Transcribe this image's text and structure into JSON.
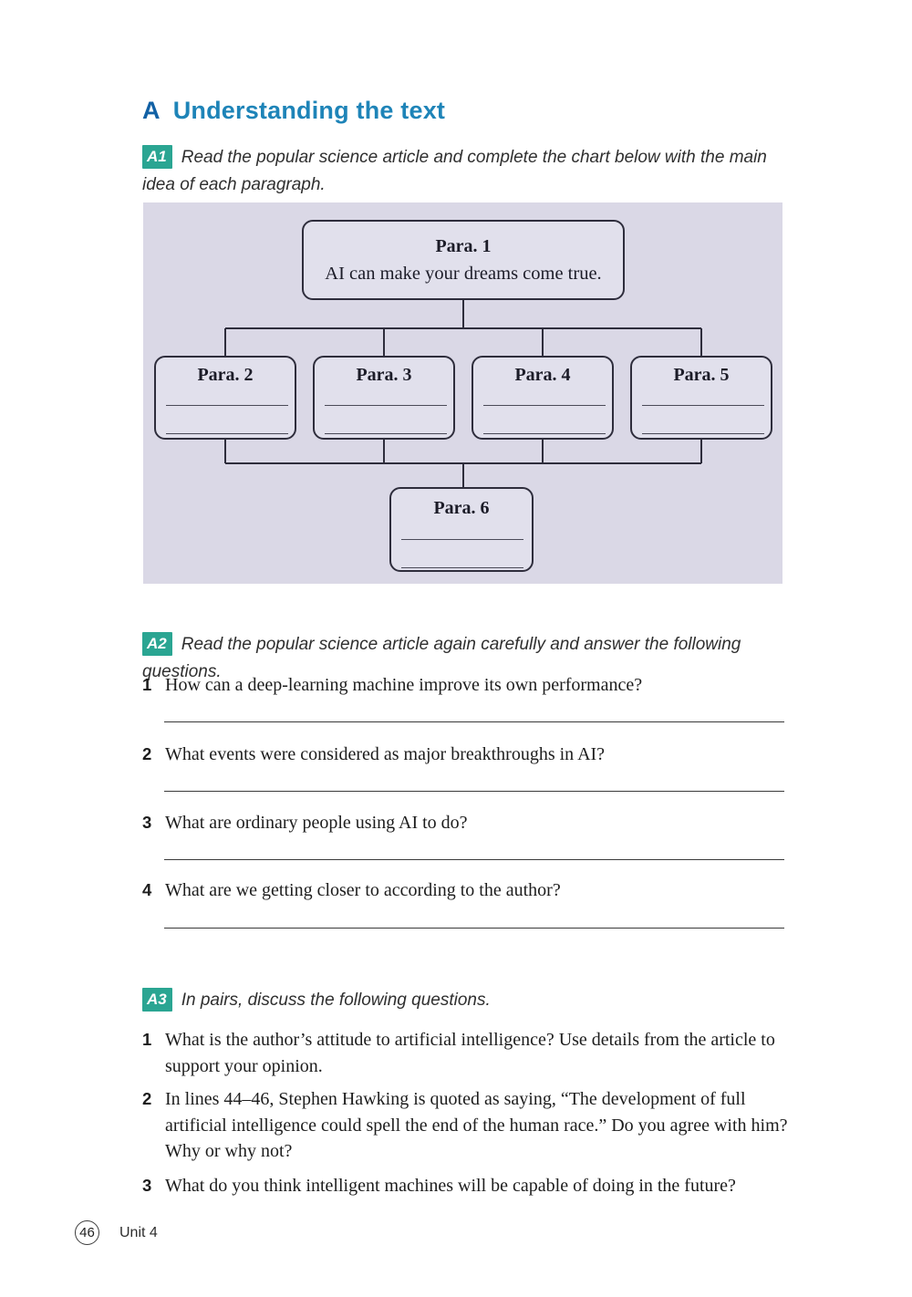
{
  "page": {
    "heading_letter": "A",
    "heading_title": "Understanding the text",
    "footer_page_number": "46",
    "footer_unit": "Unit 4"
  },
  "colors": {
    "heading_letter": "#1261a5",
    "heading_title": "#1e84b8",
    "badge_background": "#2aa592",
    "panel_background": "#dad8e6",
    "box_background": "#e1e0ec",
    "box_border": "#2e2d3c"
  },
  "a1": {
    "badge": "A1",
    "instruction": "Read the popular science article and complete the chart below with the main idea of each paragraph."
  },
  "flowchart": {
    "para1": {
      "label": "Para. 1",
      "text": "AI can make your dreams come true."
    },
    "para2": {
      "label": "Para. 2"
    },
    "para3": {
      "label": "Para. 3"
    },
    "para4": {
      "label": "Para. 4"
    },
    "para5": {
      "label": "Para. 5"
    },
    "para6": {
      "label": "Para. 6"
    }
  },
  "a2": {
    "badge": "A2",
    "instruction": "Read the popular science article again carefully and answer the following questions.",
    "questions": [
      {
        "num": "1",
        "text": "How can a deep-learning machine improve its own performance?"
      },
      {
        "num": "2",
        "text": "What events were considered as major breakthroughs in AI?"
      },
      {
        "num": "3",
        "text": "What are ordinary people using AI to do?"
      },
      {
        "num": "4",
        "text": "What are we getting closer to according to the author?"
      }
    ]
  },
  "a3": {
    "badge": "A3",
    "instruction": "In pairs, discuss the following questions.",
    "questions": [
      {
        "num": "1",
        "text": "What is the author’s attitude to artificial intelligence? Use details from the article to support your opinion."
      },
      {
        "num": "2",
        "text": "In lines 44–46, Stephen Hawking is quoted as saying, “The development of full artificial intelligence could spell the end of the human race.” Do you agree with him? Why or why not?"
      },
      {
        "num": "3",
        "text": "What do you think intelligent machines will be capable of doing in the future?"
      }
    ]
  }
}
